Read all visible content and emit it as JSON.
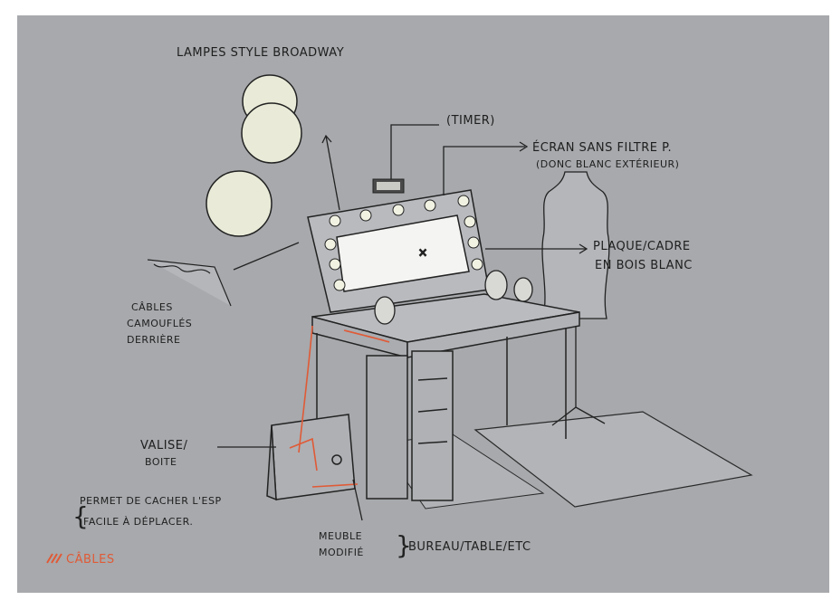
{
  "labels": {
    "lamps": "LAMPES STYLE BROADWAY",
    "timer": "(TIMER)",
    "screen_line1": "ÉCRAN SANS FILTRE P.",
    "screen_line2": "(DONC BLANC EXTÉRIEUR)",
    "frame_line1": "PLAQUE/CADRE",
    "frame_line2": "EN BOIS BLANC",
    "cables_line1": "CÂBLES",
    "cables_line2": "CAMOUFLÉS",
    "cables_line3": "DERRIÈRE",
    "case_line1": "VALISE/",
    "case_line2": "BOITE",
    "case_note_line1": "PERMET DE CACHER L'ESP",
    "case_note_line2": "FACILE À DÉPLACER.",
    "furniture_line1": "MEUBLE",
    "furniture_line2": "MODIFIÉ",
    "furniture_types": "BUREAU/TABLE/ETC",
    "legend_cables": "CÂBLES"
  },
  "colors": {
    "sheet": "#a7a9ac",
    "ink": "#1e1e1e",
    "cable_red": "#e05a36",
    "lamp_fill": "#eef0dc",
    "screen_fill": "#f4f4f2"
  },
  "icons": {
    "timer": "digital-timer-icon",
    "legend": "red-hatch-icon"
  }
}
